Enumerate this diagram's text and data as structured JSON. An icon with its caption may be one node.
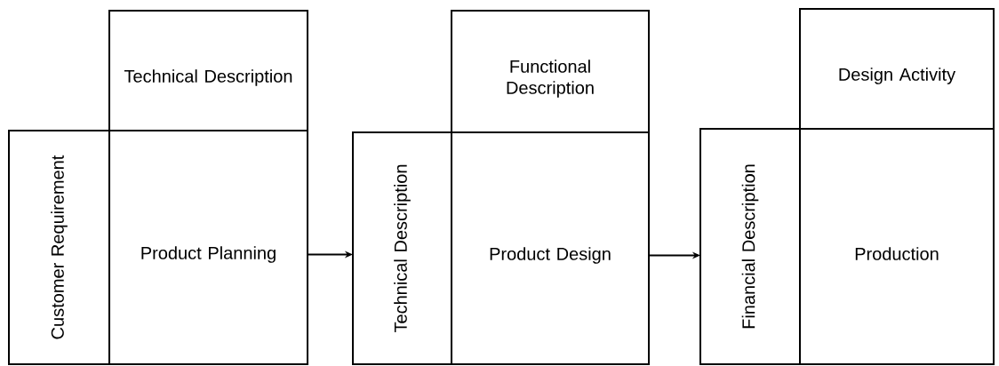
{
  "diagram": {
    "nodes": [
      {
        "text": [
          "Technical Description"
        ]
      },
      {
        "text": [
          "Customer Requirement"
        ]
      },
      {
        "text": [
          "Product Planning"
        ]
      },
      {
        "text": [
          "Functional Description"
        ]
      },
      {
        "text": [
          "Technical Description"
        ]
      },
      {
        "text": [
          "Product Design"
        ]
      },
      {
        "text": [
          "Design Activity"
        ]
      },
      {
        "text": [
          "Financial Description"
        ]
      },
      {
        "text": [
          "Production"
        ]
      }
    ],
    "edges": [
      {
        "from": 2,
        "to": 4,
        "arrow": "to"
      },
      {
        "from": 5,
        "to": 7,
        "arrow": "to"
      }
    ]
  }
}
